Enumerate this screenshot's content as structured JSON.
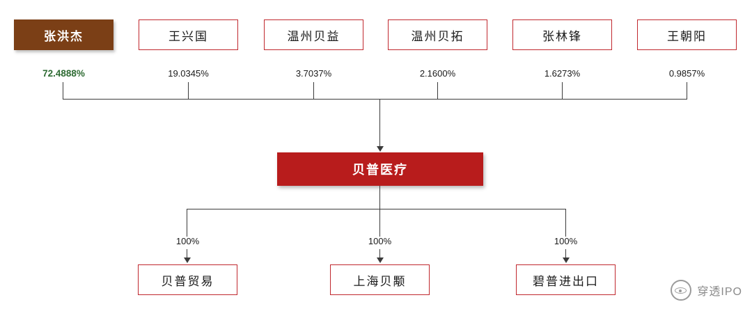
{
  "diagram": {
    "type": "org-ownership-chart",
    "shareholders": [
      {
        "name": "张洪杰",
        "pct": "72.4888%",
        "highlight": true
      },
      {
        "name": "王兴国",
        "pct": "19.0345%",
        "highlight": false
      },
      {
        "name": "温州贝益",
        "pct": "3.7037%",
        "highlight": false
      },
      {
        "name": "温州贝拓",
        "pct": "2.1600%",
        "highlight": false
      },
      {
        "name": "张林锋",
        "pct": "1.6273%",
        "highlight": false
      },
      {
        "name": "王朝阳",
        "pct": "0.9857%",
        "highlight": false
      }
    ],
    "company": {
      "name": "贝普医疗"
    },
    "subsidiaries": [
      {
        "name": "贝普贸易",
        "pct": "100%"
      },
      {
        "name": "上海贝颙",
        "pct": "100%"
      },
      {
        "name": "碧普进出口",
        "pct": "100%"
      }
    ],
    "watermark": {
      "text": "穿透IPO",
      "icon": "camera-icon"
    },
    "colors": {
      "border": "#c0272d",
      "company_fill": "#b81c1c",
      "highlight_fill": "#7b3f16",
      "accent_text": "#2e6b33",
      "line": "#3a3a3a"
    }
  }
}
